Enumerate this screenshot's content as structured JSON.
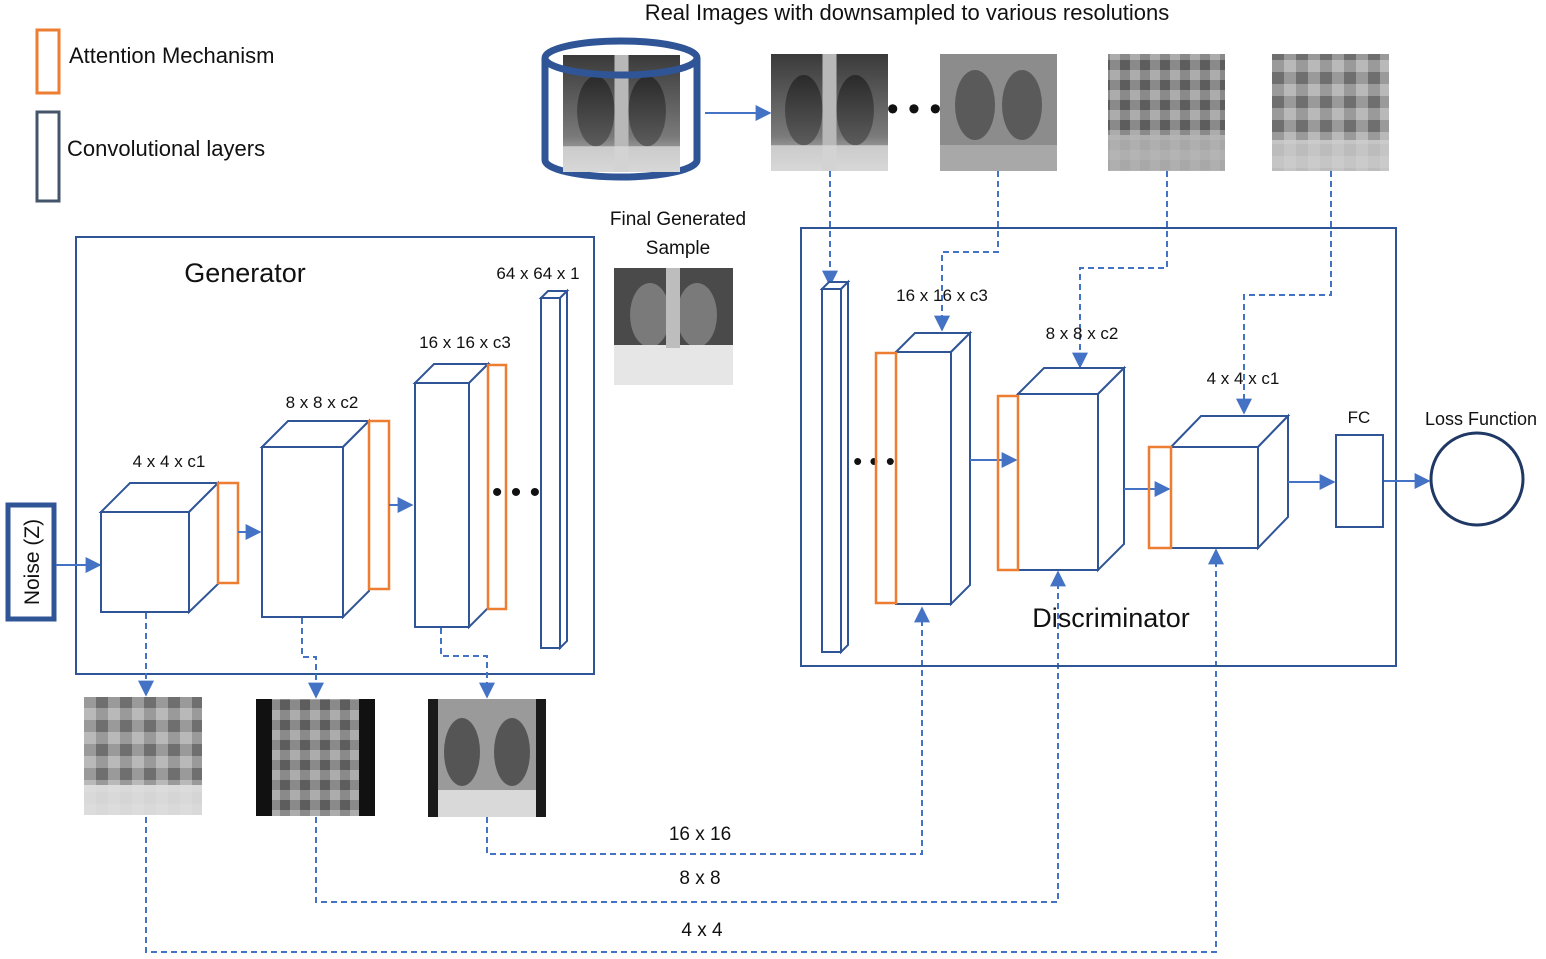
{
  "title": "Real Images with downsampled to various resolutions",
  "legend": [
    {
      "label": "Attention Mechanism",
      "color": "#ED7D31",
      "icon": "orange-rectangle"
    },
    {
      "label": "Convolutional layers",
      "color": "#44546A",
      "icon": "dark-rectangle"
    }
  ],
  "generator": {
    "title": "Generator",
    "noise_label": "Noise (Z)",
    "layers": [
      "4 x 4 x c1",
      "8 x 8 x c2",
      "16 x 16 x c3",
      "64 x 64 x 1"
    ]
  },
  "final_sample": {
    "label_line1": "Final Generated",
    "label_line2": "Sample"
  },
  "discriminator": {
    "title": "Discriminator",
    "layers": [
      "16 x 16 x c3",
      "8 x 8 x c2",
      "4 x 4 x c1"
    ],
    "fc_label": "FC"
  },
  "loss_label": "Loss Function",
  "connections": [
    "16 x 16",
    "8 x 8",
    "4 x 4"
  ],
  "colors": {
    "box": "#2F5597",
    "arrow": "#4472C4",
    "attention": "#ED7D31",
    "legend_conv": "#44546A",
    "loss_circle": "#1F3864"
  }
}
